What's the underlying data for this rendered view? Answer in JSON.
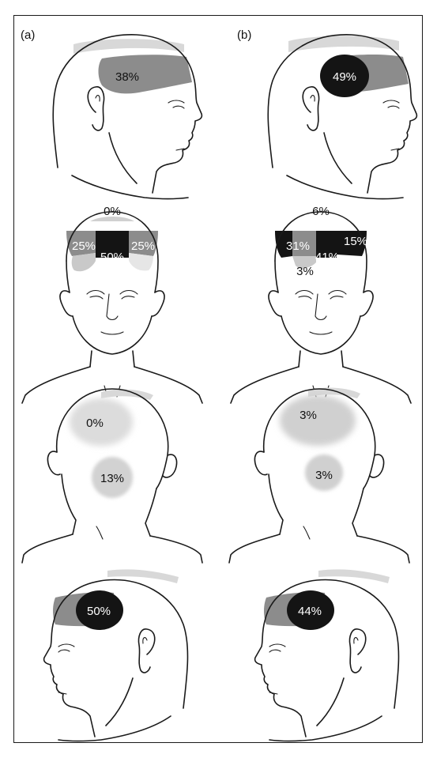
{
  "panels": {
    "a": {
      "label": "(a)"
    },
    "b": {
      "label": "(b)"
    }
  },
  "views": {
    "right_side": {
      "a": {
        "temporal": "38%"
      },
      "b": {
        "temporal": "49%"
      }
    },
    "front": {
      "a": {
        "vertex": "0%",
        "left_frontal": "25%",
        "right_frontal": "25%",
        "center": "50%"
      },
      "b": {
        "vertex": "6%",
        "left_frontal": "31%",
        "right_frontal": "15%",
        "center": "41%",
        "orbital": "3%"
      }
    },
    "back": {
      "a": {
        "parietal": "0%",
        "occipital": "13%"
      },
      "b": {
        "parietal": "3%",
        "occipital": "3%"
      }
    },
    "left_side": {
      "a": {
        "temporal": "50%"
      },
      "b": {
        "temporal": "44%"
      }
    }
  },
  "colors": {
    "dark": "#141414",
    "mid_grey": "#8c8c8c",
    "light_grey": "#c9c9c9",
    "pale_grey": "#dcdcdc",
    "line": "#1a1a1a"
  }
}
